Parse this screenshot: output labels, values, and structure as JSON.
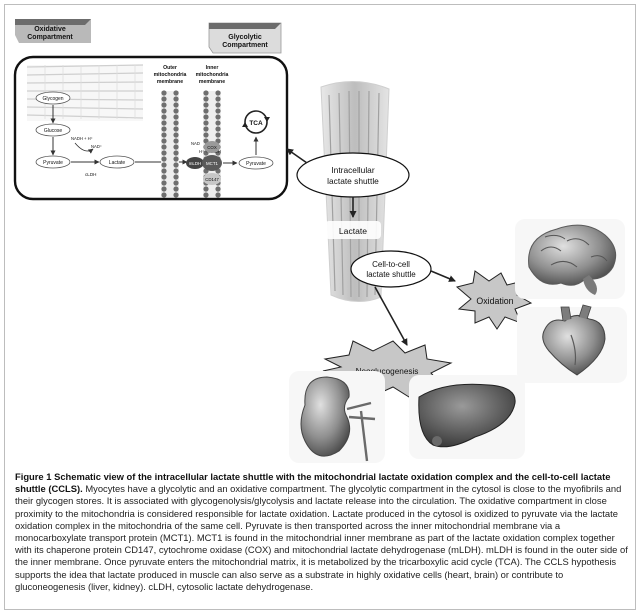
{
  "figure": {
    "tabs": {
      "oxidative_line1": "Oxidative",
      "oxidative_line2": "Compartment",
      "glycolytic_line1": "Glycolytic",
      "glycolytic_line2": "Compartment"
    },
    "membranes": {
      "outer_line1": "Outer",
      "outer_line2": "mitochondria",
      "outer_line3": "membrane",
      "inner_line1": "Inner",
      "inner_line2": "mitochondria",
      "inner_line3": "membrane"
    },
    "pathway": {
      "glycogen": "Glycogen",
      "glucose": "Glucose",
      "pyruvate_cytosol": "Pyruvate",
      "lactate_cytosol": "Lactate",
      "nadh": "NADH + H⁺",
      "nad": "NAD⁺",
      "cldh": "cLDH",
      "nad_mito": "NAD",
      "nadh_mito": "H⁺ + NADH",
      "mldh": "mLDH",
      "cox": "COX",
      "mct1": "MCT1",
      "cd147": "CD147",
      "pyruvate_mito": "Pyruvate",
      "tca": "TCA"
    },
    "shuttles": {
      "intracellular_line1": "Intracellular",
      "intracellular_line2": "lactate shuttle",
      "lactate": "Lactate",
      "celltocell_line1": "Cell-to-cell",
      "celltocell_line2": "lactate shuttle",
      "oxidation": "Oxidation",
      "neoglucogenesis": "Neoglucogenesis"
    }
  },
  "caption": {
    "title": "Figure 1 Schematic view of the intracellular lactate shuttle with the mitochondrial lactate oxidation complex and the cell-to-cell lactate shuttle (CCLS).",
    "body": " Myocytes have a glycolytic and an oxidative compartment. The glycolytic compartment in the cytosol is close to the myofibrils and their glycogen stores. It is associated with glycogenolysis/glycolysis and lactate release into the circulation. The oxidative compartment in close proximity to the mitochondria is considered responsible for lactate oxidation. Lactate produced in the cytosol is oxidized to pyruvate via the lactate oxidation complex in the mitochondria of the same cell. Pyruvate is then transported across the inner mitochondrial membrane via a monocarboxylate transport protein (MCT1). MCT1 is found in the mitochondrial inner membrane as part of the lactate oxidation complex together with its chaperone protein CD147, cytochrome oxidase (COX) and mitochondrial lactate dehydrogenase (mLDH). mLDH is found in the outer side of the inner membrane. Once pyruvate enters the mitochondrial matrix, it is metabolized by the tricarboxylic acid cycle (TCA). The CCLS hypothesis supports the idea that lactate produced in muscle can also serve as a substrate in highly oxidative cells (heart, brain) or contribute to gluconeogenesis (liver, kidney). cLDH, cytosolic lactate dehydrogenase."
  },
  "colors": {
    "tab_gray": "#b9b9b9",
    "tab_dark": "#555555",
    "mito_gray": "#6f6f6f",
    "organ_gray": "#8c8c8c",
    "arrow": "#222222"
  }
}
